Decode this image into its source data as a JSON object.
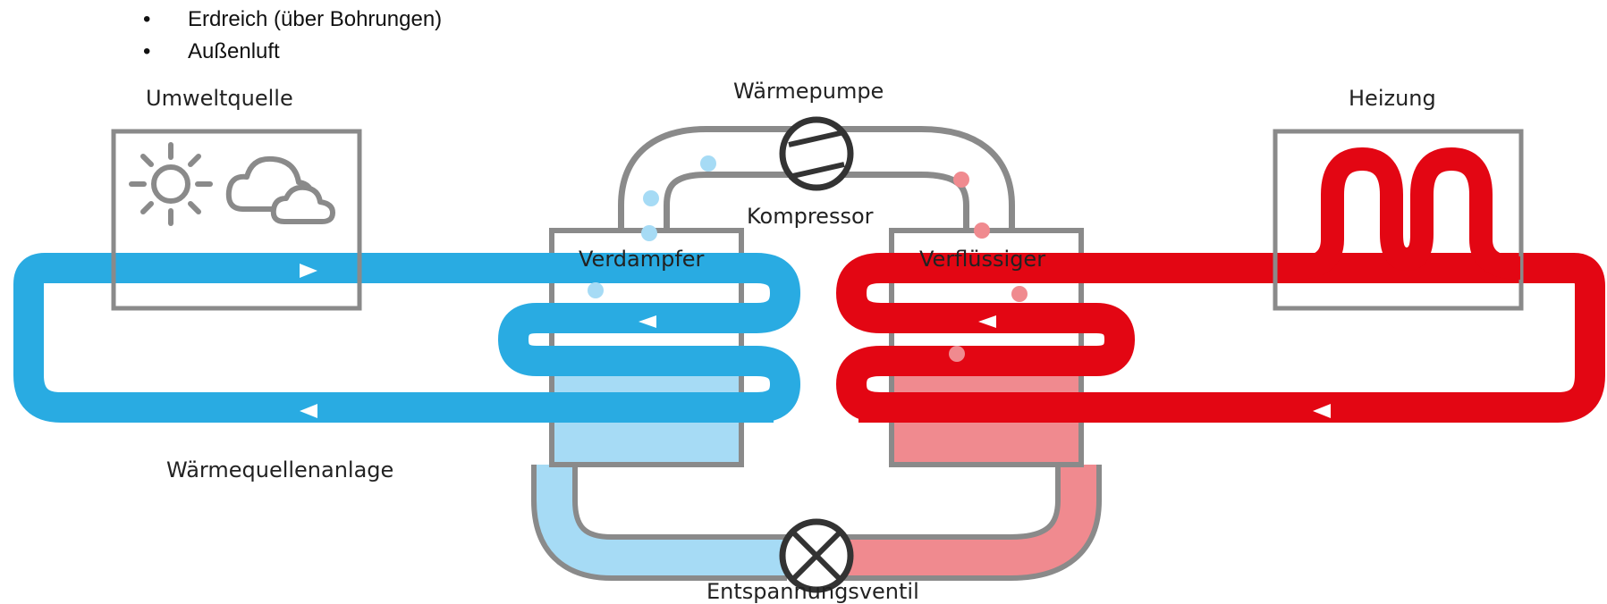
{
  "bullets": [
    {
      "text": "Erdreich (über Bohrungen)"
    },
    {
      "text": "Außenluft"
    }
  ],
  "labels": {
    "environment_source": "Umweltquelle",
    "heat_pump": "Wärmepumpe",
    "heating": "Heizung",
    "compressor": "Kompressor",
    "evaporator": "Verdampfer",
    "condenser": "Verflüssiger",
    "heat_source_system": "Wärmequellenanlage",
    "expansion_valve": "Entspannungsventil"
  },
  "colors": {
    "cold_pipe": "#29abe2",
    "cold_fluid": "#a6dbf5",
    "hot_pipe": "#e30613",
    "hot_fluid": "#f08a8f",
    "frame_gray": "#8a8a8a",
    "dark_gray": "#333333"
  },
  "icons": [
    "sun-icon",
    "cloud-icon",
    "compressor-icon",
    "expansion-valve-icon",
    "radiator-coil-icon"
  ]
}
